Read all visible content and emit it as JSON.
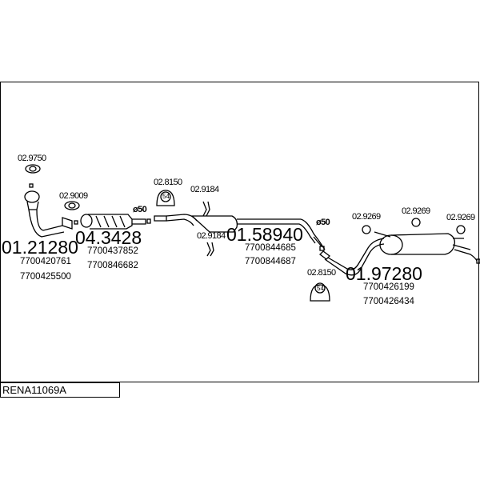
{
  "diagram_code": "RENA11069A",
  "clamps": {
    "c1": "02.9750",
    "c2": "02.9009",
    "c3": "02.8150",
    "c4": "02.9184",
    "c5": "02.9184",
    "c6": "02.8150",
    "c7": "02.9269",
    "c8": "02.9269",
    "c9": "02.9269"
  },
  "diameters": {
    "d1": "ø50",
    "d2": "ø50"
  },
  "clamp_size": "54",
  "parts": [
    {
      "number": "01.21280",
      "refs": [
        "7700420761",
        "7700425500"
      ]
    },
    {
      "number": "04.3428",
      "refs": [
        "7700437852",
        "7700846682"
      ]
    },
    {
      "number": "01.58940",
      "refs": [
        "7700844685",
        "7700844687"
      ]
    },
    {
      "number": "01.97280",
      "refs": [
        "7700426199",
        "7700426434"
      ]
    }
  ]
}
